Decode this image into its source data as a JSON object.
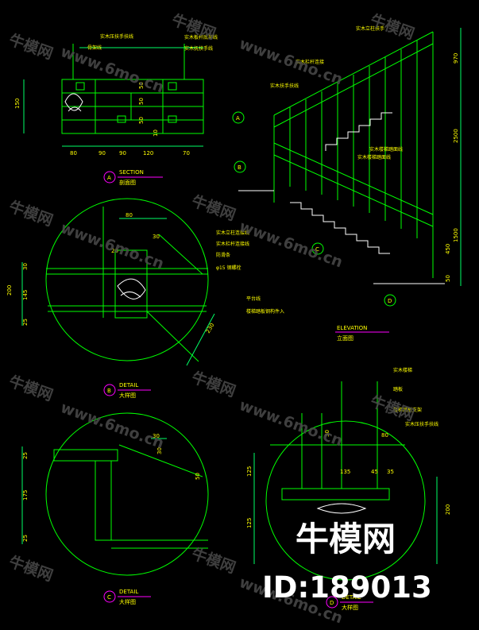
{
  "section": {
    "marker": "A",
    "title_en": "SECTION",
    "title_cn": "剖面图",
    "notes": [
      "实木压扶手扶线",
      "骨架线",
      "实木板杆底部线",
      "实木抚扶手线"
    ],
    "dim_height": "150",
    "dims_bottom": [
      "80",
      "90",
      "90",
      "120",
      "70"
    ],
    "dims_right": [
      "50",
      "50",
      "50",
      "10"
    ]
  },
  "detail_b": {
    "marker": "B",
    "title_en": "DETAIL",
    "title_cn": "大样图",
    "dims": [
      "80",
      "30",
      "20",
      "30",
      "145",
      "25",
      "200",
      "230"
    ],
    "notes": [
      "实木立柱连接线",
      "实木栏杆连接线",
      "防滑条",
      "φ15 钢螺栓",
      "平台线",
      "楼梯踏板钢构件入"
    ]
  },
  "elevation": {
    "markers": [
      "A",
      "B",
      "C",
      "D"
    ],
    "title_en": "ELEVATION",
    "title_cn": "立面图",
    "notes": [
      "实木立柱扶手",
      "实木栏杆连接",
      "实木扶手扶线",
      "实木楼梯踏面线",
      "实木楼梯踏面线"
    ],
    "dims": [
      "970",
      "2500",
      "1500",
      "450",
      "50"
    ]
  },
  "detail_c": {
    "marker": "C",
    "title_en": "DETAIL",
    "title_cn": "大样图",
    "dims": [
      "30",
      "30",
      "50",
      "25",
      "175",
      "25"
    ]
  },
  "detail_d": {
    "marker": "D",
    "title_en": "DETAIL",
    "title_cn": "大样图",
    "notes": [
      "实木楼梯",
      "踏板",
      "楼梯踏板支架",
      "实木压扶手扶线"
    ],
    "dims": [
      "80",
      "30",
      "135",
      "45",
      "35",
      "125",
      "125",
      "200"
    ]
  },
  "watermark": {
    "logo": "牛模网",
    "site": "www.6mo.cn",
    "id": "ID:189013"
  },
  "colors": {
    "line": "#00ff00",
    "dim": "#00ff66",
    "text": "#ffff00",
    "accent": "#ff00ff",
    "white": "#ffffff",
    "cyan": "#00ffff"
  }
}
